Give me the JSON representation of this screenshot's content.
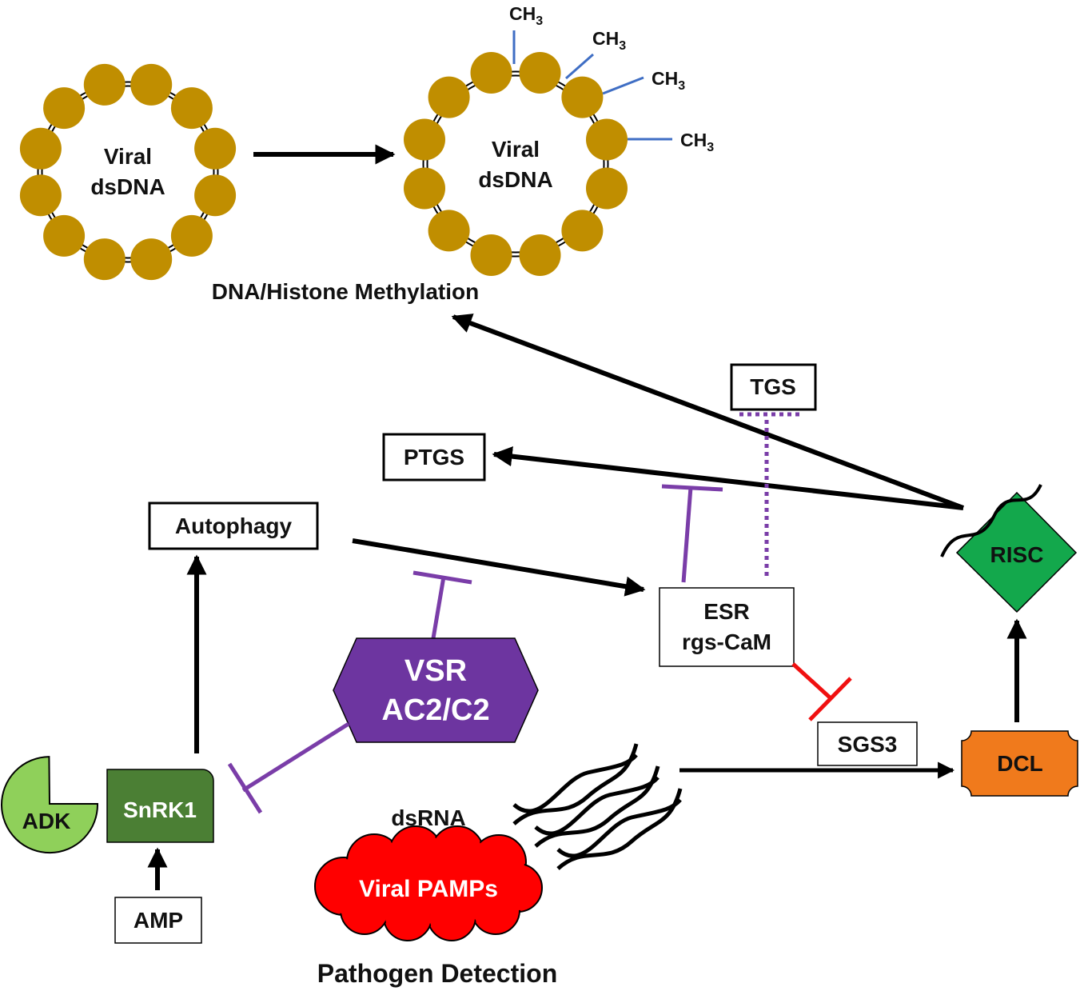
{
  "colors": {
    "bead": "#c08e00",
    "methyl": "#3f6ec4",
    "inhibit_purple": "#7a3da8",
    "inhibit_red": "#f01010",
    "vsr_fill": "#6d35a0",
    "pamp_fill": "#ff0000",
    "dcl_fill": "#f07a1c",
    "risc_fill": "#13a84c",
    "snrk1_fill": "#4b7f34",
    "adk_fill": "#8fd05a",
    "arrow": "#000000"
  },
  "nodes": {
    "viral_dsdna_left": {
      "line1": "Viral",
      "line2": "dsDNA"
    },
    "viral_dsdna_right": {
      "line1": "Viral",
      "line2": "dsDNA"
    },
    "methyl_group": {
      "base": "CH",
      "subscript": "3"
    },
    "methylation_caption": "DNA/Histone Methylation",
    "tgs": "TGS",
    "ptgs": "PTGS",
    "autophagy": "Autophagy",
    "esr": {
      "line1": "ESR",
      "line2": "rgs-CaM"
    },
    "vsr": {
      "line1": "VSR",
      "line2": "AC2/C2"
    },
    "sgs3": "SGS3",
    "dcl": "DCL",
    "risc": "RISC",
    "snrk1": "SnRK1",
    "adk": "ADK",
    "amp": "AMP",
    "dsrna": "dsRNA",
    "viral_pamps": "Viral PAMPs",
    "pathogen_caption": "Pathogen Detection"
  }
}
